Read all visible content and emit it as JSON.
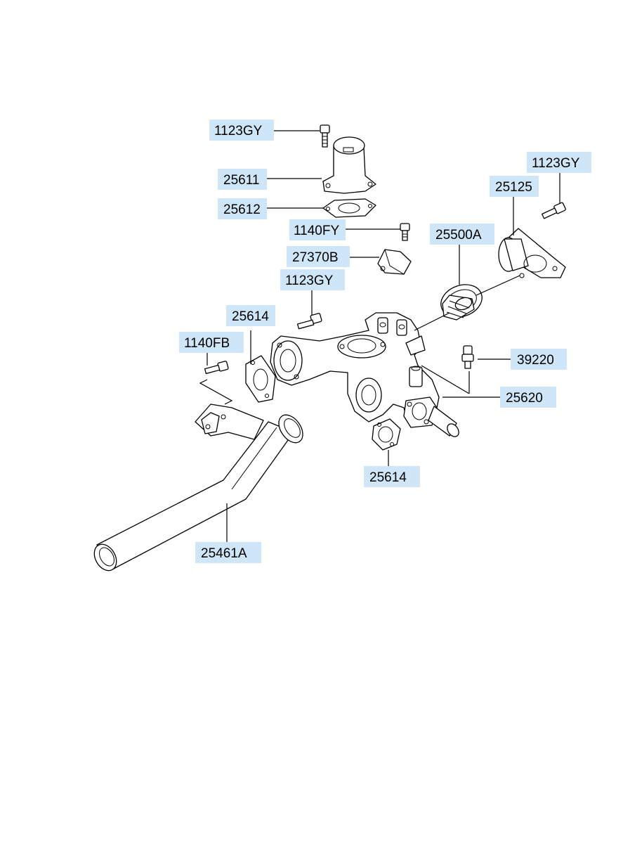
{
  "callouts": {
    "bolt_top": "1123GY",
    "outlet_fitting": "25611",
    "outlet_gasket": "25612",
    "bolt_fy": "1140FY",
    "bracket": "27370B",
    "bolt_gy_mid": "1123GY",
    "bolt_gy_right": "1123GY",
    "thermostat_cover": "25125",
    "thermostat": "25500A",
    "gasket_left": "25614",
    "bolt_fb": "1140FB",
    "temp_sensor": "39220",
    "housing": "25620",
    "gasket_bottom": "25614",
    "pipe": "25461A"
  },
  "colors": {
    "label_fill": "#cfe6f8"
  }
}
